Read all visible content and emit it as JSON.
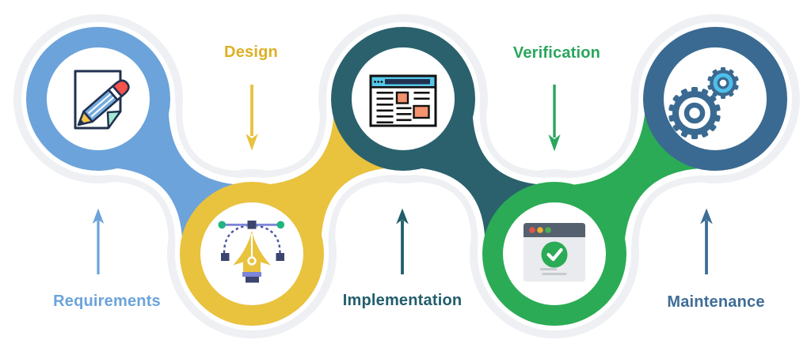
{
  "diagram": {
    "type": "process-chain",
    "background_color": "#FFFFFF",
    "halo_color": "#EEF0F3",
    "stages": [
      {
        "label": "Requirements",
        "ring_color": "#6CA3DA",
        "label_color": "#6CA3DA",
        "icon": "document-pencil-icon",
        "node_row": "top",
        "arrow_direction": "up"
      },
      {
        "label": "Design",
        "ring_color": "#E9C23E",
        "label_color": "#DDB023",
        "icon": "pen-tool-icon",
        "node_row": "bottom",
        "arrow_direction": "down"
      },
      {
        "label": "Implementation",
        "ring_color": "#2A616D",
        "label_color": "#215E6B",
        "icon": "web-layout-icon",
        "node_row": "top",
        "arrow_direction": "up"
      },
      {
        "label": "Verification",
        "ring_color": "#2BAB55",
        "label_color": "#2AA65C",
        "icon": "browser-check-icon",
        "node_row": "bottom",
        "arrow_direction": "down"
      },
      {
        "label": "Maintenance",
        "ring_color": "#3A6A91",
        "label_color": "#3E6D97",
        "icon": "gears-icon",
        "node_row": "top",
        "arrow_direction": "up"
      }
    ]
  }
}
